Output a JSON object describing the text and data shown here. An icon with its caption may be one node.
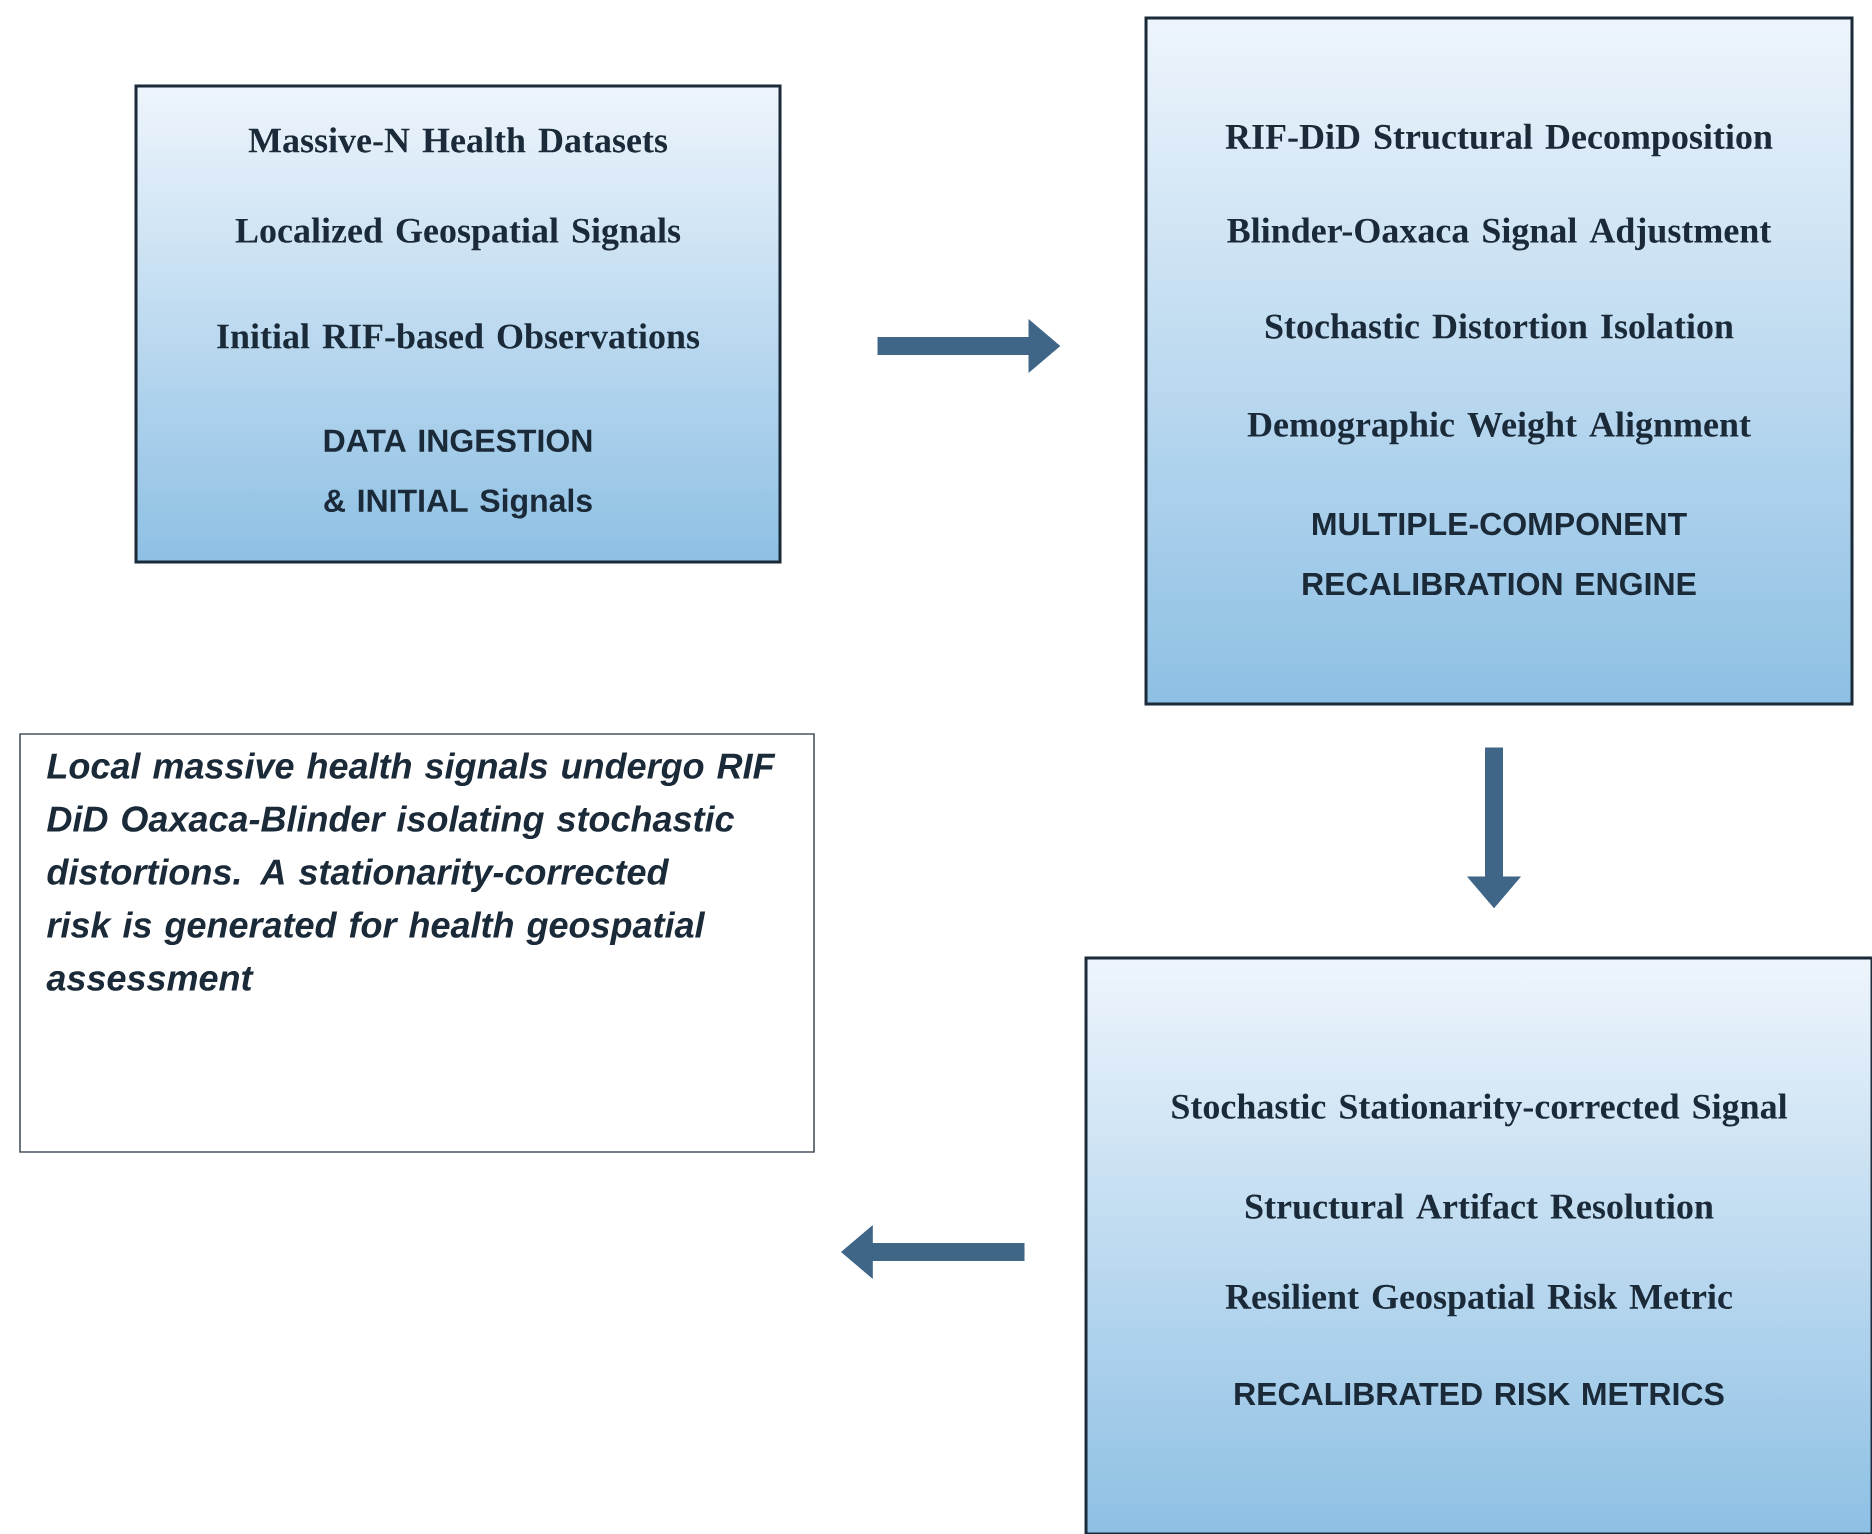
{
  "diagram": {
    "nodes": [
      {
        "text": [
          "Massive-N Health Datasets",
          "Localized Geospatial Signals",
          "Initial RIF-based Observations",
          "DATA INGESTION & INITIAL Signals"
        ]
      },
      {
        "text": [
          "RIF-DiD Structural Decomposition",
          "Blinder-Oaxaca Signal Adjustment",
          "Stochastic Distortion Isolation",
          "Demographic Weight Alignment",
          "MULTIPLE-COMPONENT RECALIBRATION ENGINE"
        ]
      },
      {
        "text": [
          "Stochastic Stationarity-corrected Signal",
          "Structural Artifact Resolution",
          "Resilient Geospatial Risk Metric",
          "RECALIBRATED RISK METRICS"
        ]
      },
      {
        "text": [
          "Local massive health signals undergo RIF DiD Oaxaca-Blinder isolating stochastic distortions. A stationarity-corrected risk is generated for health geospatial assessment"
        ]
      }
    ],
    "edges": [
      {
        "from": 0,
        "to": 1,
        "arrow": "to"
      },
      {
        "from": 1,
        "to": 2,
        "arrow": "to"
      },
      {
        "from": 2,
        "to": 3,
        "arrow": "to"
      }
    ]
  }
}
